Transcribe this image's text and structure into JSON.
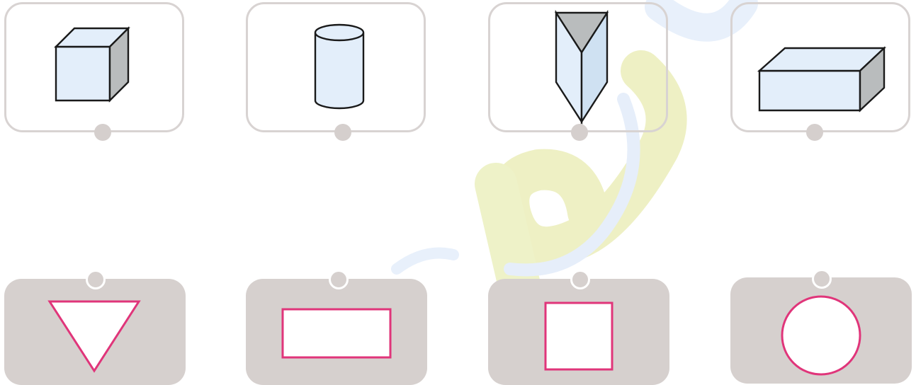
{
  "colors": {
    "card_border": "#d8d3d2",
    "face_card_fill": "#d6d0ce",
    "shape_fill": "#e3eefa",
    "shape_side": "#b9bcbd",
    "face_outline": "#e0357a",
    "watermark_yellow": "#eef0c4",
    "watermark_blue": "#e4eefa"
  },
  "solids": [
    {
      "name": "cube",
      "icon": "cube-icon"
    },
    {
      "name": "cylinder",
      "icon": "cylinder-icon"
    },
    {
      "name": "triangular-prism",
      "icon": "triangular-prism-icon"
    },
    {
      "name": "rectangular-prism",
      "icon": "rectangular-prism-icon"
    }
  ],
  "faces": [
    {
      "name": "triangle",
      "icon": "triangle-icon"
    },
    {
      "name": "rectangle",
      "icon": "rectangle-icon"
    },
    {
      "name": "square",
      "icon": "square-icon"
    },
    {
      "name": "circle",
      "icon": "circle-icon"
    }
  ]
}
